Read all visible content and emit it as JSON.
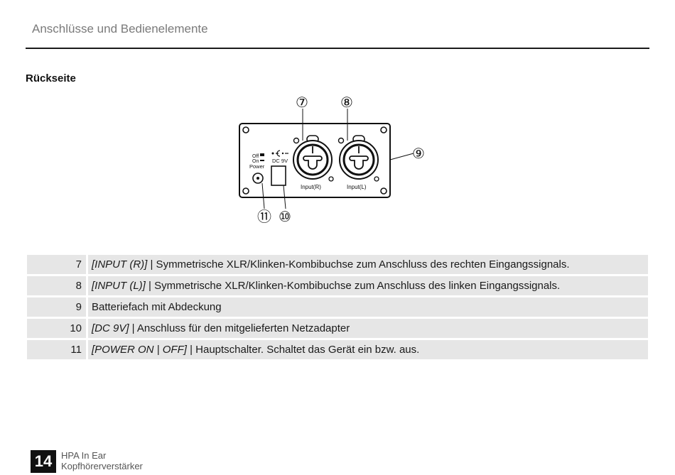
{
  "header": {
    "title": "Anschlüsse und Bedienelemente"
  },
  "section": {
    "title": "Rückseite"
  },
  "diagram": {
    "callouts": [
      "⑦",
      "⑧",
      "⑨",
      "⑪",
      "⑩"
    ],
    "labels": {
      "off": "Off",
      "on": "On",
      "power": "Power",
      "dc": "DC 9V",
      "input_r": "Input(R)",
      "input_l": "Input(L)"
    }
  },
  "rows": [
    {
      "num": "7",
      "key": "[INPUT (R)]",
      "text": " | Symmetrische XLR/Klinken-Kombibuchse zum Anschluss des rechten Eingangssignals."
    },
    {
      "num": "8",
      "key": "[INPUT (L)]",
      "text": " | Symmetrische XLR/Klinken-Kombibuchse zum Anschluss des linken Eingangssignals."
    },
    {
      "num": "9",
      "key": "",
      "text": "Batteriefach mit Abdeckung"
    },
    {
      "num": "10",
      "key": "[DC 9V]",
      "text": " | Anschluss für den mitgelieferten Netzadapter"
    },
    {
      "num": "11",
      "key": "[POWER ON | OFF]",
      "text": " | Hauptschalter. Schaltet das Gerät ein bzw. aus."
    }
  ],
  "footer": {
    "page_number": "14",
    "product": "HPA In Ear",
    "subtitle": "Kopfhörerverstärker"
  }
}
